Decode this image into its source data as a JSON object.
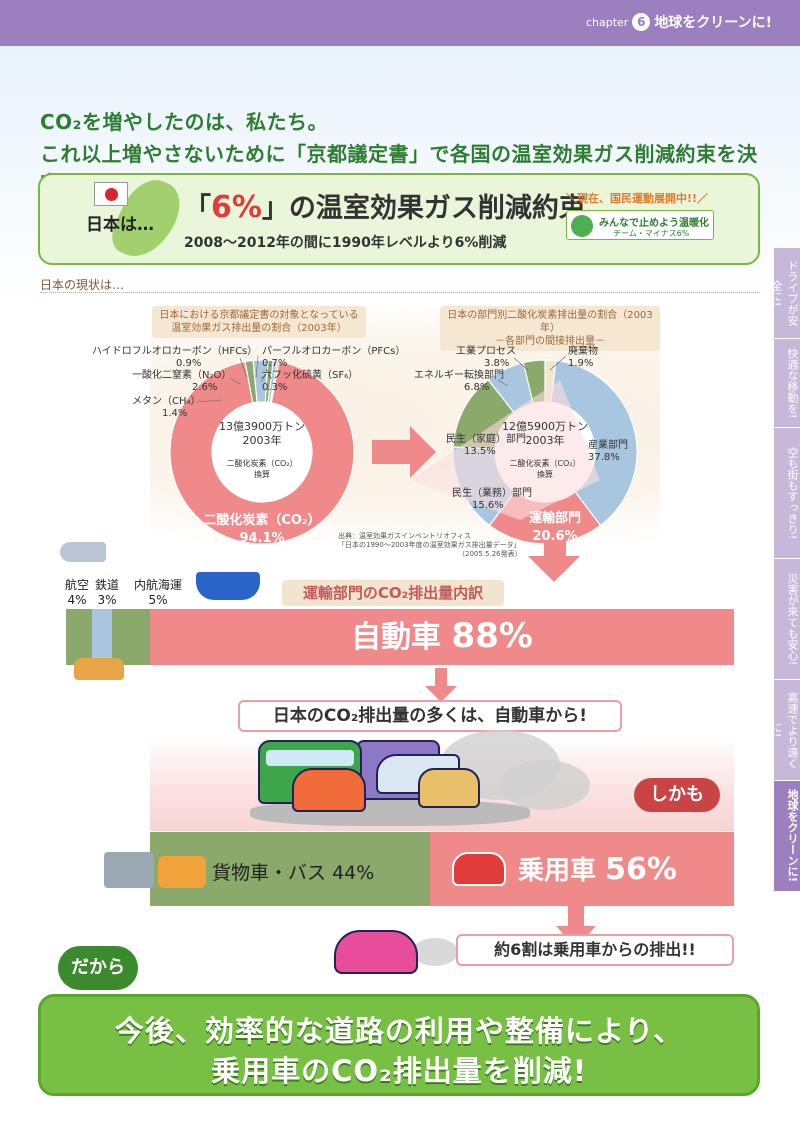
{
  "header": {
    "chapter_word": "chapter",
    "chapter_num": "6",
    "chapter_title": "地球をクリーンに!"
  },
  "lead": {
    "line1": "CO₂を増やしたのは、私たち。",
    "line2": "これ以上増やさないために「京都議定書」で各国の温室効果ガス削減約束を決定!"
  },
  "pledge": {
    "japan_label": "日本は…",
    "title_open": "「",
    "title_num": "6%",
    "title_rest": "」の温室効果ガス削減約束",
    "subtitle": "2008～2012年の間に1990年レベルより6%削減",
    "campaign": "＼現在、国民運動展開中!!／",
    "logo_line1": "みんなで止めよう温暖化",
    "logo_line2": "チーム・マイナス6%"
  },
  "status_label": "日本の現状は…",
  "chart_data": [
    {
      "type": "pie",
      "title": "日本における京都議定書の対象となっている温室効果ガス排出量の割合（2003年）",
      "center_line1": "13億3900万トン",
      "center_line2": "2003年",
      "center_line3": "二酸化炭素（CO₂）",
      "center_line4": "換算",
      "categories": [
        "二酸化炭素（CO₂）",
        "メタン（CH₄）",
        "一酸化二窒素（N₂O）",
        "ハイドロフルオロカーボン（HFCs）",
        "パーフルオロカーボン（PFCs）",
        "六フッ化硫黄（SF₆）"
      ],
      "labels": [
        "94.1%",
        "1.4%",
        "2.6%",
        "0.9%",
        "0.7%",
        "0.3%"
      ],
      "values": [
        94.1,
        1.4,
        2.6,
        0.9,
        0.7,
        0.3
      ],
      "colors": [
        "#f08a8a",
        "#8aa96a",
        "#a8c6df",
        "#8aa96a",
        "#a8c6df",
        "#8aa96a"
      ]
    },
    {
      "type": "pie",
      "title": "日本の部門別二酸化炭素排出量の割合（2003年）",
      "subtitle": "－各部門の間接排出量－",
      "center_line1": "12億5900万トン",
      "center_line2": "2003年",
      "center_line3": "二酸化炭素（CO₂）",
      "center_line4": "換算",
      "categories": [
        "廃棄物",
        "産業部門",
        "運輸部門",
        "民生（業務）部門",
        "民生（家庭）部門",
        "エネルギー転換部門",
        "工業プロセス"
      ],
      "labels": [
        "1.9%",
        "37.8%",
        "20.6%",
        "15.6%",
        "13.5%",
        "6.8%",
        "3.8%"
      ],
      "values": [
        1.9,
        37.8,
        20.6,
        15.6,
        13.5,
        6.8,
        3.8
      ],
      "colors": [
        "#f2e4cf",
        "#a8c6df",
        "#f08a8a",
        "#a8c6df",
        "#8aa96a",
        "#a8c6df",
        "#8aa96a"
      ]
    }
  ],
  "source": {
    "line1": "出典：温室効果ガスインベントリオフィス",
    "line2": "「日本の1990～2003年度の温室効果ガス排出量データ」",
    "line3": "（2005.5.26発表）"
  },
  "transport": {
    "title": "運輸部門のCO₂排出量内訳",
    "air_label": "航空",
    "air_value": "4%",
    "rail_label": "鉄道",
    "rail_value": "3%",
    "ship_label": "内航海運",
    "ship_value": "5%",
    "car_label": "自動車",
    "car_value": "88%"
  },
  "banner_car": "日本のCO₂排出量の多くは、自動車から!",
  "shikamo": "しかも",
  "breakdown": {
    "cargo_label": "貨物車・バス",
    "cargo_value": "44%",
    "passenger_label": "乗用車",
    "passenger_value": "56%"
  },
  "sixwari": "約6割は乗用車からの排出!!",
  "dakara": "だから",
  "conclusion": {
    "line1": "今後、効率的な道路の利用や整備により、",
    "line2": "乗用車のCO₂排出量を削減!"
  },
  "side_tabs": [
    "ドライブが安全に!",
    "快適な移動を!",
    "空も街もすっきり!",
    "災害が来ても安心!",
    "高速でより遠くに!",
    "地球をクリーンに!"
  ]
}
